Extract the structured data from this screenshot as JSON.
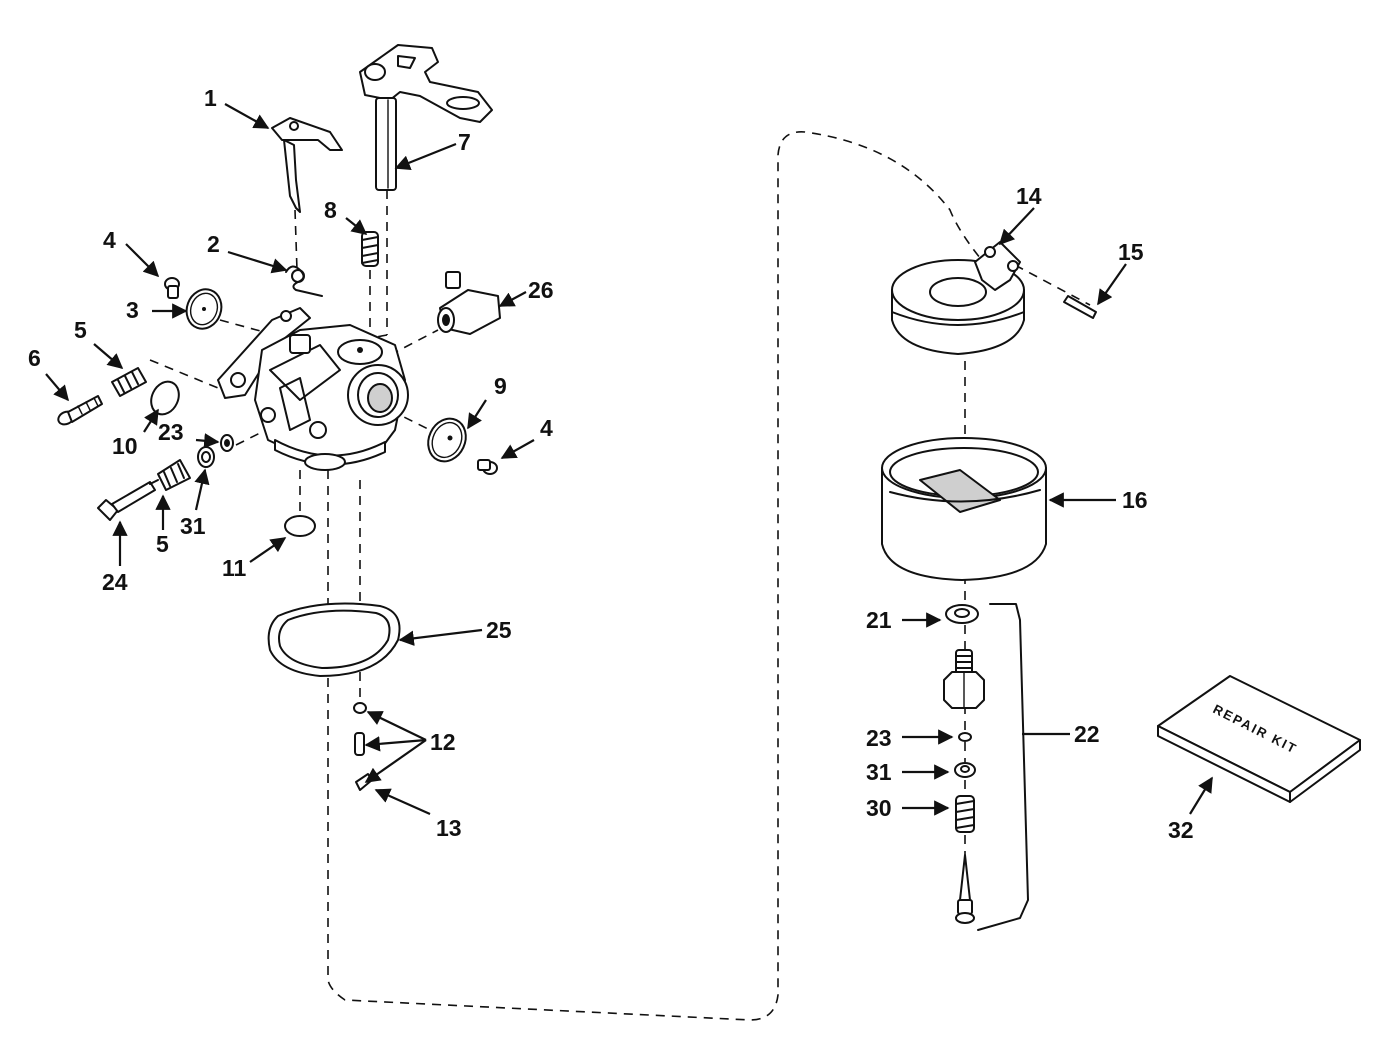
{
  "callouts": {
    "c1": "1",
    "c2": "2",
    "c3": "3",
    "c4a": "4",
    "c4b": "4",
    "c5a": "5",
    "c5b": "5",
    "c6": "6",
    "c7": "7",
    "c8": "8",
    "c9": "9",
    "c10": "10",
    "c11": "11",
    "c12": "12",
    "c13": "13",
    "c14": "14",
    "c15": "15",
    "c16": "16",
    "c21": "21",
    "c22": "22",
    "c23a": "23",
    "c23b": "23",
    "c24": "24",
    "c25": "25",
    "c26": "26",
    "c30": "30",
    "c31a": "31",
    "c31b": "31",
    "c32": "32"
  },
  "repair_kit_label": "REPAIR KIT"
}
